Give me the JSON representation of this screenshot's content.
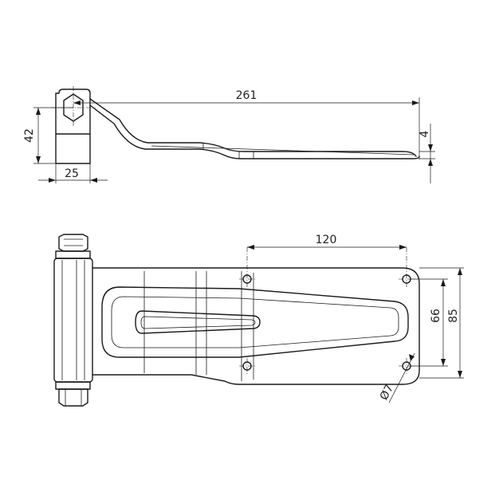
{
  "drawing": {
    "type": "technical-drawing",
    "subject": "hinge",
    "views": [
      "side-view",
      "top-view"
    ]
  },
  "dimensions": {
    "length": "261",
    "height": "42",
    "knuckle_width": "25",
    "thickness": "4",
    "hole_spacing": "120",
    "hole_pitch": "66",
    "plate_width": "85",
    "hole_diameter": "Ø7"
  }
}
